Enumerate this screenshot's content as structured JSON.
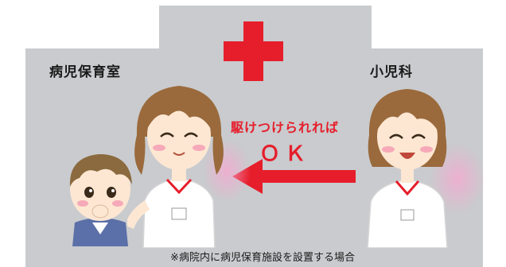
{
  "labels": {
    "left_room": "病児保育室",
    "right_room": "小児科"
  },
  "message": {
    "line1": "駆けつけられれば",
    "line2": "ＯＫ"
  },
  "caption": "※病院内に病児保育施設を設置する場合",
  "colors": {
    "building": "#c9cbce",
    "cross": "#e61e2b",
    "arrow": "#e61e2b",
    "text": "#1a1a1a",
    "uniform": "#ffffff",
    "hair": "#9a6a3c",
    "skin": "#fde7d3",
    "blush": "#f6a9b8"
  },
  "icons": {
    "cross": "red-cross-icon",
    "arrow": "left-arrow-icon"
  }
}
